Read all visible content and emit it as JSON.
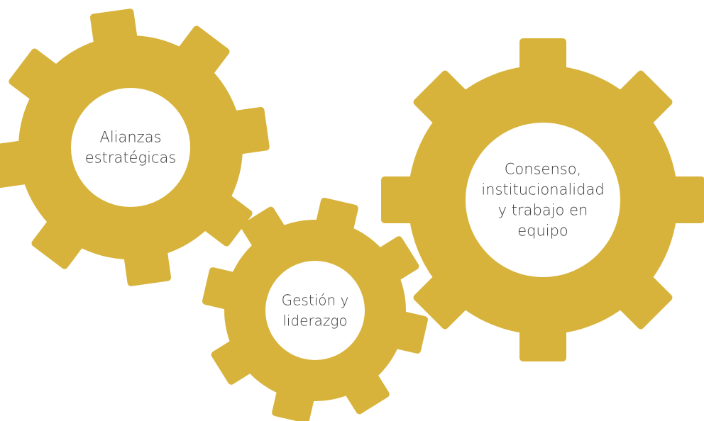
{
  "colors": {
    "gear": "#d8b33c",
    "hub": "#ffffff",
    "text": "#3a3a3a",
    "background": "#ffffff"
  },
  "gears": [
    {
      "id": "alianzas",
      "lines": [
        "Alianzas",
        "estratégicas"
      ]
    },
    {
      "id": "gestion",
      "lines": [
        "Gestión y",
        "liderazgo"
      ]
    },
    {
      "id": "consenso",
      "lines": [
        "Consenso,",
        "institucionalidad",
        "y trabajo en",
        "equipo"
      ]
    }
  ]
}
